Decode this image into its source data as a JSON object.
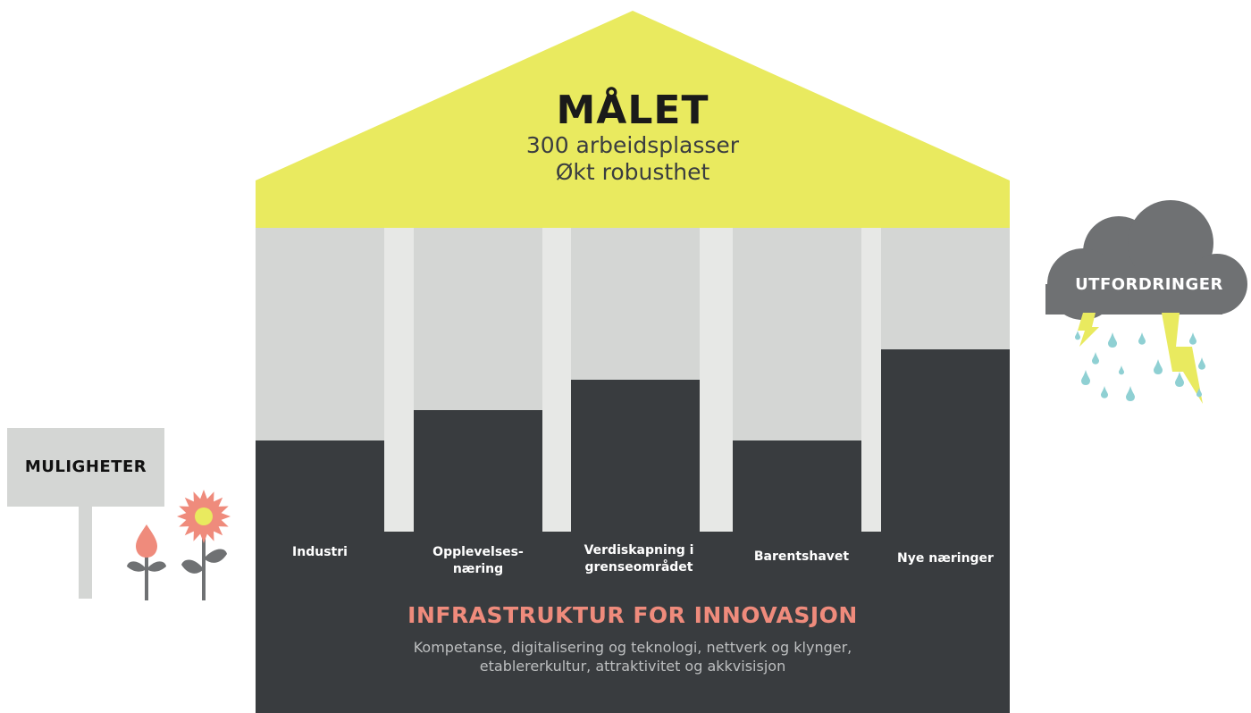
{
  "goal": {
    "title": "MÅLET",
    "line1": "300 arbeidsplasser",
    "line2": "Økt robusthet"
  },
  "pillars": [
    {
      "line1": "Industri",
      "line2": "",
      "fill": 0.3
    },
    {
      "line1": "Opplevelses-",
      "line2": "næring",
      "fill": 0.4
    },
    {
      "line1": "Verdiskapning i",
      "line2": "grenseområdet",
      "fill": 0.5
    },
    {
      "line1": "Barentshavet",
      "line2": "",
      "fill": 0.3
    },
    {
      "line1": "Nye næringer",
      "line2": "",
      "fill": 0.6
    }
  ],
  "foundation": {
    "title": "INFRASTRUKTUR FOR INNOVASJON",
    "line1": "Kompetanse, digitalisering og teknologi, nettverk og klynger,",
    "line2": "etablererkultur, attraktivitet og akkvisisjon"
  },
  "opportunities": {
    "label": "MULIGHETER"
  },
  "challenges": {
    "label": "UTFORDRINGER"
  },
  "colors": {
    "roof": "#e9ea5f",
    "column_light": "#d4d6d4",
    "column_dark": "#393c3f",
    "gap": "#e7e8e6",
    "accent": "#ef8b7c",
    "cloud": "#6f7173",
    "lightning": "#e9ea5f",
    "rain": "#8fd0d3"
  },
  "icons": [
    "flower-bud-icon",
    "sunflower-icon",
    "storm-cloud-icon",
    "lightning-icon",
    "raindrop-icon"
  ]
}
